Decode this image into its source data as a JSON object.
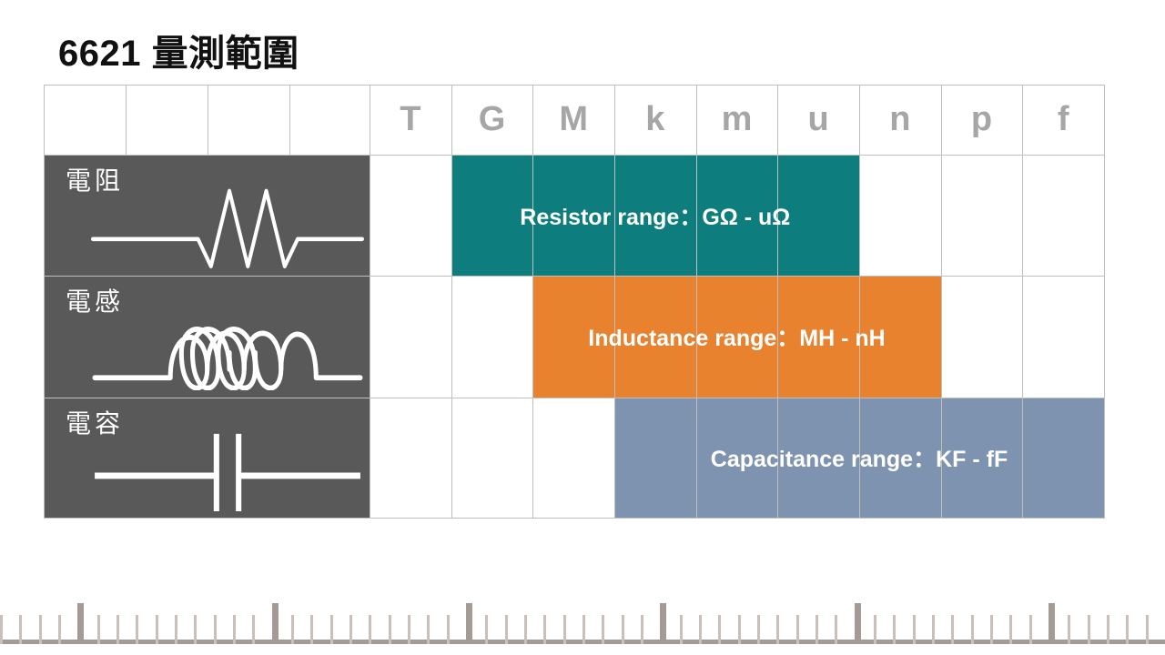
{
  "title": "6621 量測範圍",
  "table": {
    "column_headers": [
      "T",
      "G",
      "M",
      "k",
      "m",
      "u",
      "n",
      "p",
      "f"
    ],
    "rows": [
      {
        "label": "電阻",
        "symbol": "resistor-symbol",
        "range_text": "Resistor range：GΩ - uΩ",
        "range_start_unit": "G",
        "range_end_unit": "u",
        "color": "#0d7d7d"
      },
      {
        "label": "電感",
        "symbol": "inductor-symbol",
        "range_text": "Inductance range：MH - nH",
        "range_start_unit": "M",
        "range_end_unit": "n",
        "color": "#e8822f"
      },
      {
        "label": "電容",
        "symbol": "capacitor-symbol",
        "range_text": "Capacitance range：KF - fF",
        "range_start_unit": "k",
        "range_end_unit": "f",
        "color": "#7e93b0"
      }
    ]
  },
  "colors": {
    "label_cell": "#595959",
    "grid_line": "#bfbfbf",
    "header_text": "#a6a6a6",
    "ruler": "#a49a96",
    "ruler_minor": "#c9c0bc"
  },
  "footer": {
    "ruler": "decorative-ruler"
  }
}
